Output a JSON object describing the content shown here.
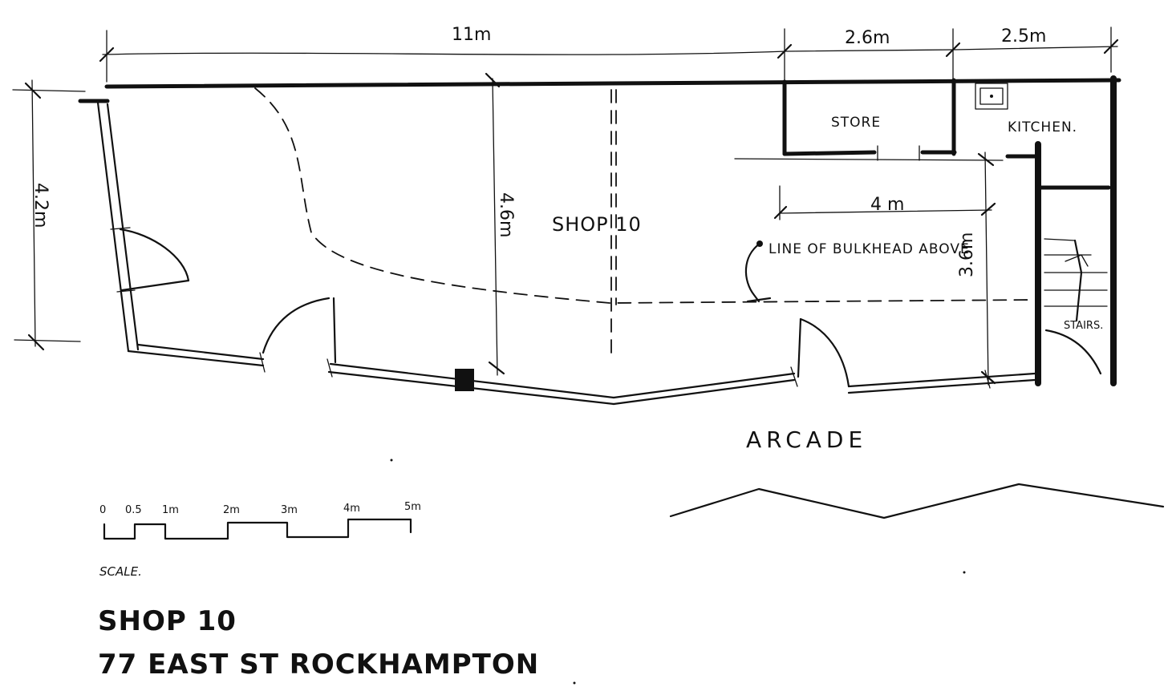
{
  "title": {
    "line1": "SHOP 10",
    "line2": "77 EAST ST ROCKHAMPTON"
  },
  "dimensions": {
    "top_overall": "11m",
    "top_store": "2.6m",
    "top_kitchen": "2.5m",
    "left_depth": "4.2m",
    "shop_depth": "4.6m",
    "corridor_width": "4 m",
    "right_depth": "3.6m"
  },
  "rooms": {
    "store": "STORE",
    "kitchen": "KITCHEN.",
    "shop": "SHOP 10",
    "stairs": "STAIRS."
  },
  "annotations": {
    "bulkhead": "LINE OF BULKHEAD ABOVE",
    "arcade": "ARCADE"
  },
  "scale_bar": {
    "caption": "SCALE.",
    "ticks": [
      "0",
      "0.5",
      "1m",
      "2m",
      "3m",
      "4m",
      "5m"
    ]
  }
}
